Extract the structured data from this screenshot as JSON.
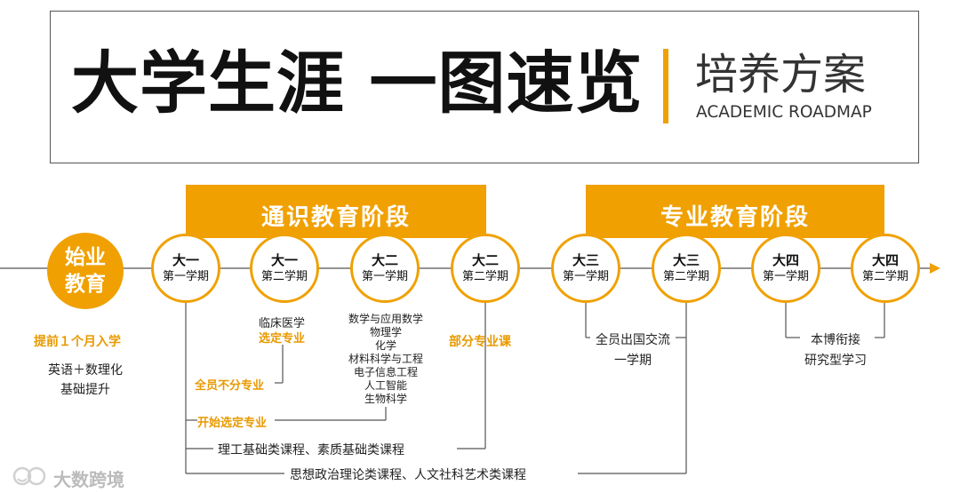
{
  "header": {
    "title": "大学生涯 一图速览",
    "subtitle_cn": "培养方案",
    "subtitle_en": "ACADEMIC ROADMAP"
  },
  "stages": {
    "general": "通识教育阶段",
    "major": "专业教育阶段"
  },
  "start": {
    "line1": "始业",
    "line2": "教育"
  },
  "semesters": [
    {
      "year": "大一",
      "term": "第一学期"
    },
    {
      "year": "大一",
      "term": "第二学期"
    },
    {
      "year": "大二",
      "term": "第一学期"
    },
    {
      "year": "大二",
      "term": "第二学期"
    },
    {
      "year": "大三",
      "term": "第一学期"
    },
    {
      "year": "大三",
      "term": "第二学期"
    },
    {
      "year": "大四",
      "term": "第一学期"
    },
    {
      "year": "大四",
      "term": "第二学期"
    }
  ],
  "notes": {
    "early_entry": "提前１个月入学",
    "basic_line1": "英语＋数理化",
    "basic_line2": "基础提升",
    "med_line1": "临床医学",
    "med_line2": "选定专业",
    "majors": [
      "数学与应用数学",
      "物理学",
      "化学",
      "材料科学与工程",
      "电子信息工程",
      "人工智能",
      "生物科学"
    ],
    "partial_major": "部分专业课",
    "exchange_line1": "全员出国交流",
    "exchange_line2": "一学期",
    "research_line1": "本博衔接",
    "research_line2": "研究型学习",
    "no_major": "全员不分专业",
    "choose_major": "开始选定专业",
    "courses_1": "理工基础类课程、素质基础类课程",
    "courses_2": "思想政治理论类课程、人文社科艺术类课程"
  },
  "watermark": {
    "text": "大数跨境",
    "logo_icon": "smiley-logo-icon"
  },
  "colors": {
    "accent": "#f0a000",
    "line": "#555555"
  }
}
